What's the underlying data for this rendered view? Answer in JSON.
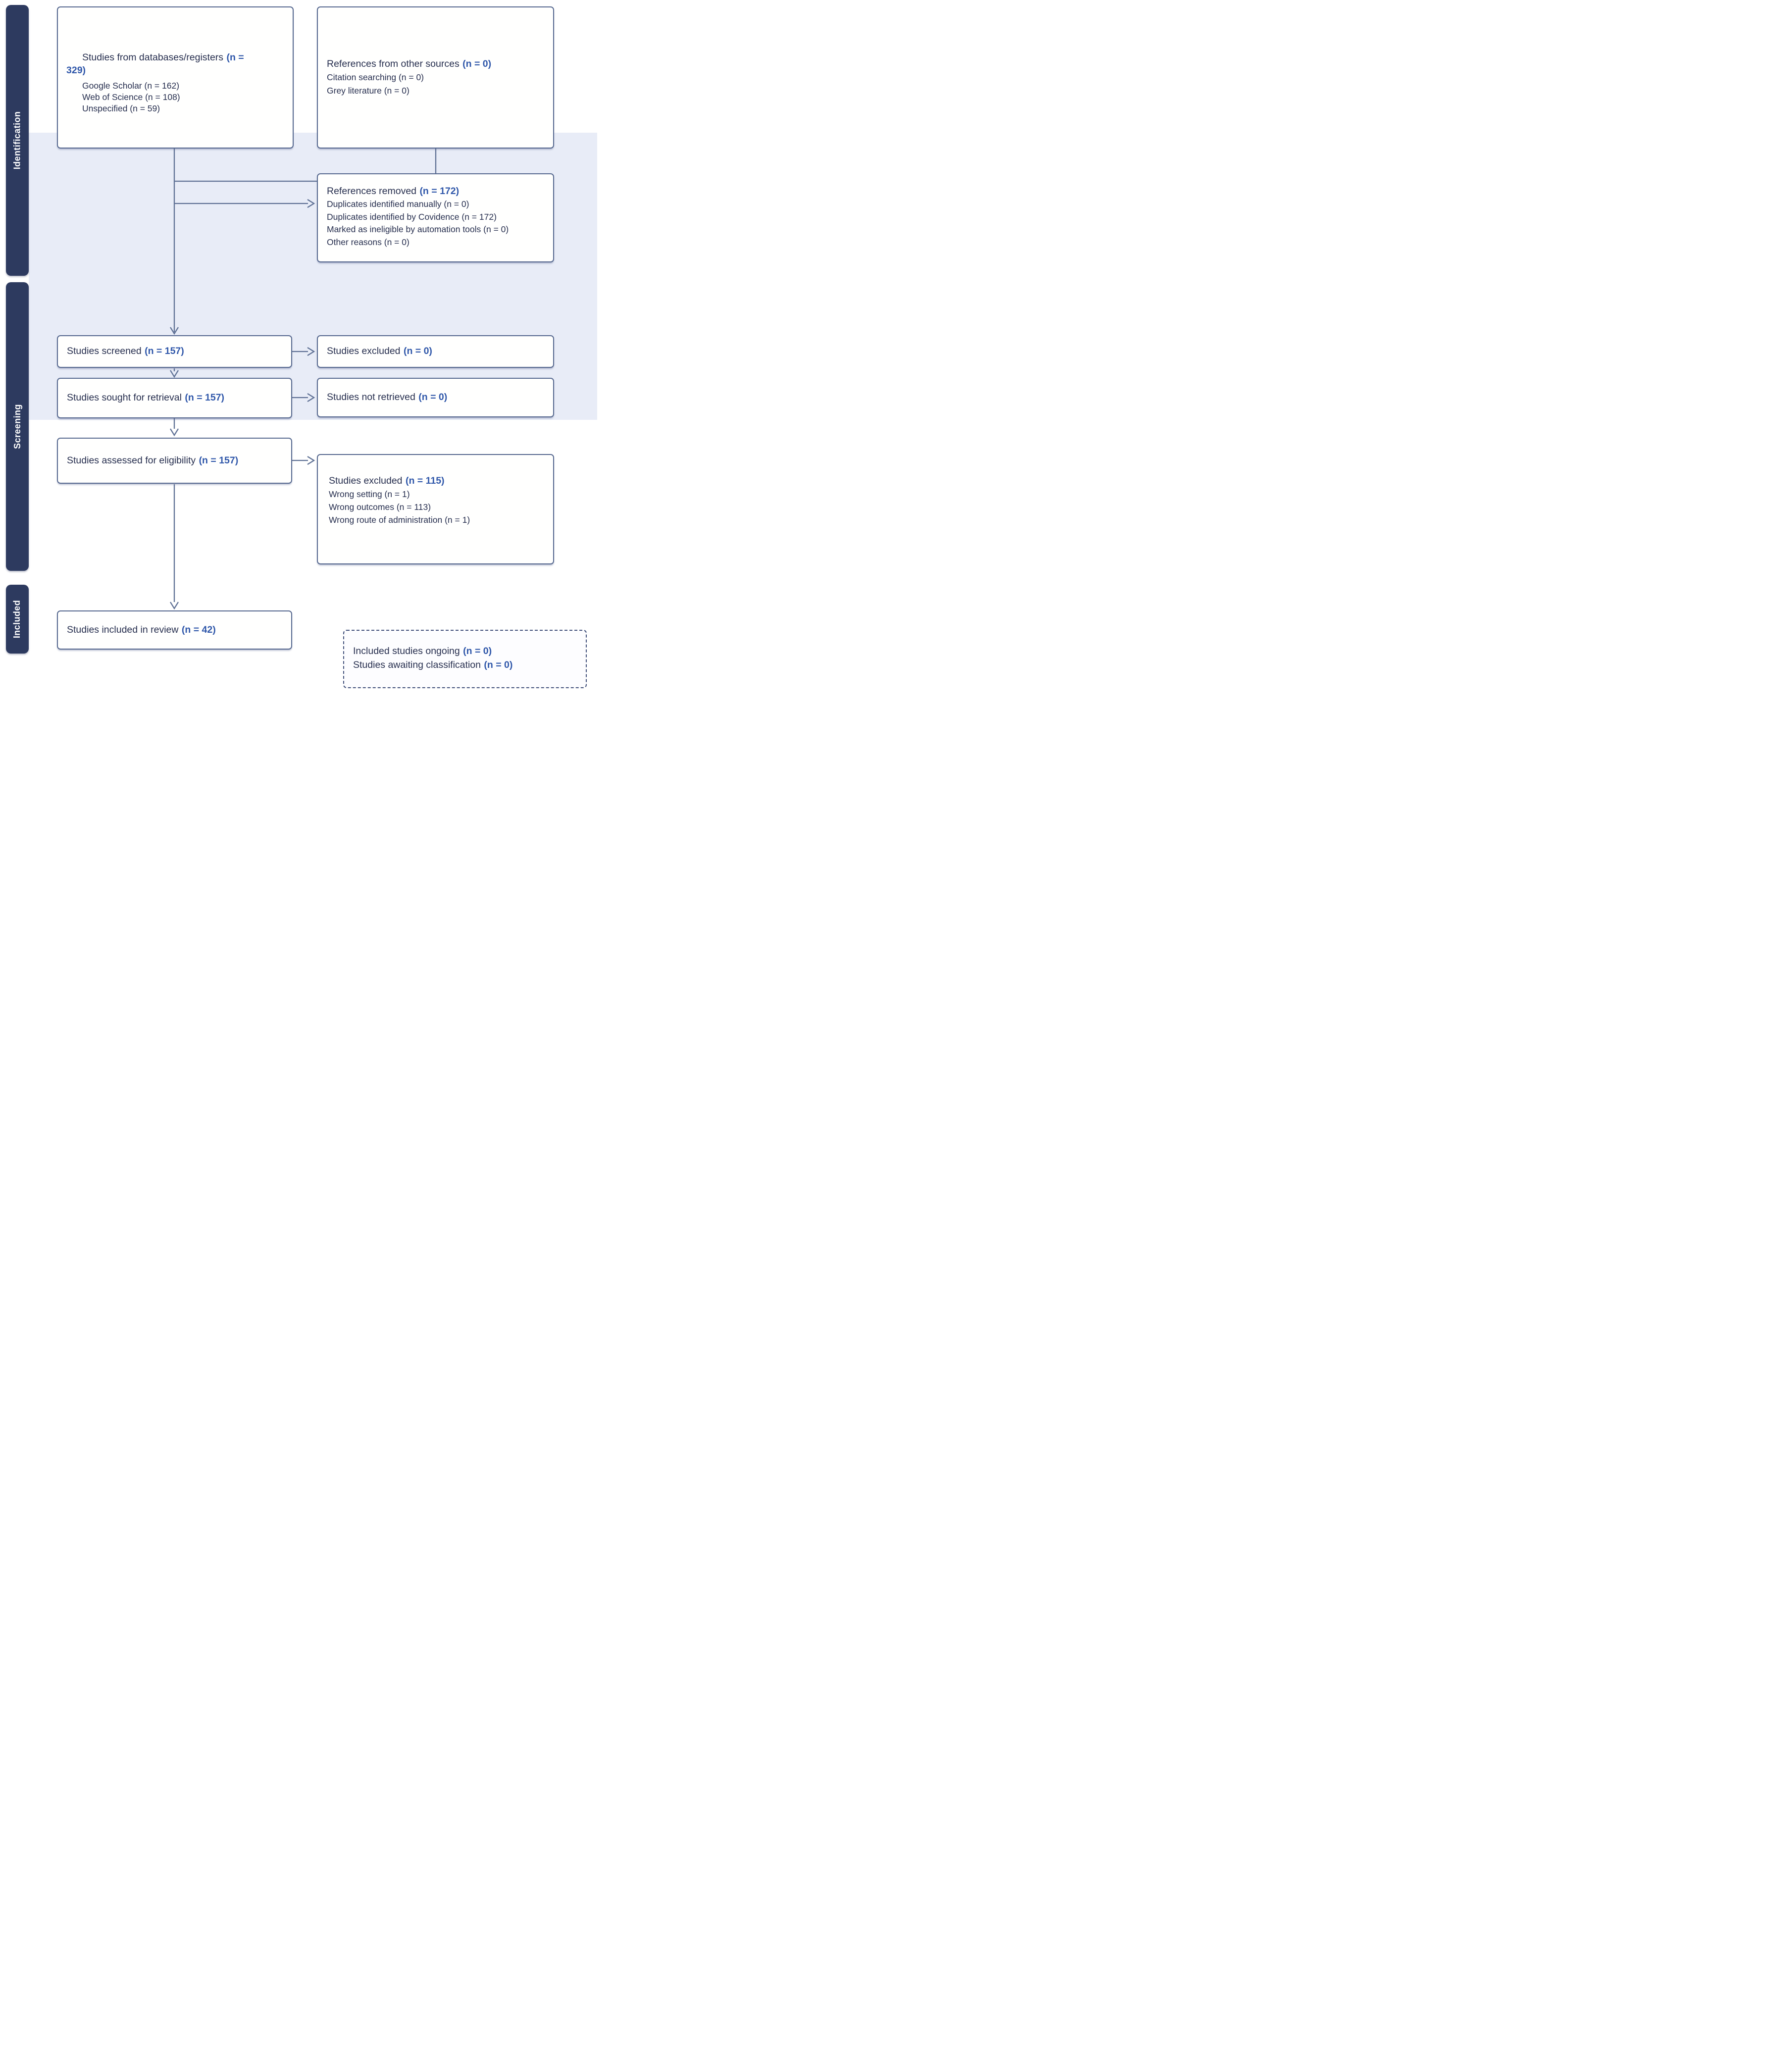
{
  "colors": {
    "sidebar": "#2d3a5f",
    "band": "#e8ecf7",
    "border": "#56688f",
    "arrow": "#5f7195",
    "text_dark": "#262e4e",
    "accent_blue": "#2e56a9"
  },
  "stages": [
    {
      "label": "Identification"
    },
    {
      "label": "Screening"
    },
    {
      "label": "Included"
    }
  ],
  "boxes": {
    "databases": {
      "title": "Studies from databases/registers",
      "count_line1": "(n =",
      "count_line2": "329)",
      "items": [
        "Google Scholar (n = 162)",
        "Web of Science (n = 108)",
        "Unspecified (n = 59)"
      ]
    },
    "other_sources": {
      "title": "References from other sources",
      "count": "(n = 0)",
      "items": [
        "Citation searching (n = 0)",
        "Grey literature (n = 0)"
      ]
    },
    "references_removed": {
      "title": "References removed",
      "count": "(n = 172)",
      "items": [
        "Duplicates identified manually (n = 0)",
        "Duplicates identified by Covidence (n = 172)",
        "Marked as ineligible by automation tools (n = 0)",
        "Other reasons (n = 0)"
      ]
    },
    "screened": {
      "title": "Studies screened",
      "count": "(n = 157)"
    },
    "excluded_screening": {
      "title": "Studies excluded",
      "count": "(n = 0)"
    },
    "sought": {
      "title": "Studies sought for retrieval",
      "count": "(n = 157)"
    },
    "not_retrieved": {
      "title": "Studies not retrieved",
      "count": "(n = 0)"
    },
    "assessed": {
      "title": "Studies assessed for eligibility",
      "count": "(n = 157)"
    },
    "excluded_eligibility": {
      "title": "Studies excluded",
      "count": "(n = 115)",
      "items": [
        "Wrong setting (n = 1)",
        "Wrong outcomes (n = 113)",
        "Wrong route of administration (n = 1)"
      ]
    },
    "included_review": {
      "title": "Studies included in review",
      "count": "(n = 42)"
    },
    "ongoing": {
      "line1_title": "Included studies ongoing",
      "line1_count": "(n = 0)",
      "line2_title": "Studies awaiting classification",
      "line2_count": "(n = 0)"
    }
  }
}
